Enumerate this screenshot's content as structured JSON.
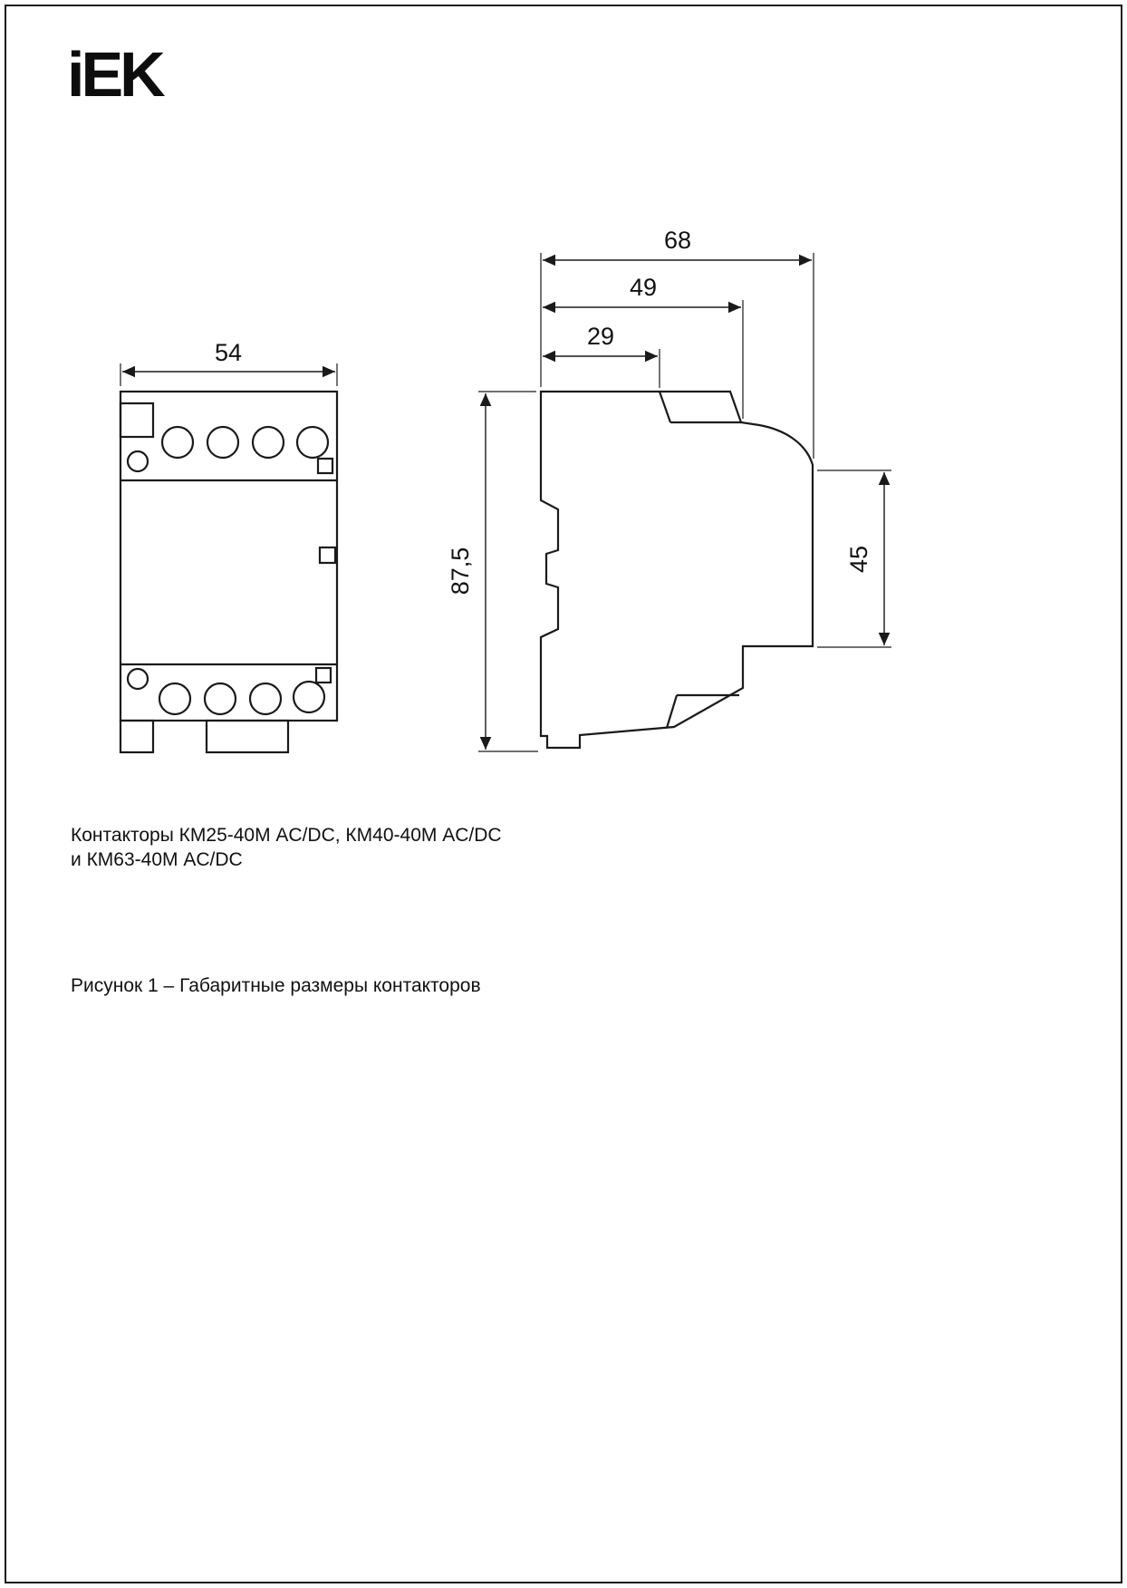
{
  "page": {
    "logo_text": "iEK"
  },
  "drawing": {
    "dims": {
      "front_width": "54",
      "overall_depth": "68",
      "depth_49": "49",
      "depth_29": "29",
      "height": "87,5",
      "front_height": "45"
    },
    "caption_line1": "Контакторы КМ25-40М AC/DC, КМ40-40М AC/DC",
    "caption_line2": "и КМ63-40М AC/DC",
    "figure_caption": "Рисунок 1 – Габаритные размеры контакторов"
  }
}
